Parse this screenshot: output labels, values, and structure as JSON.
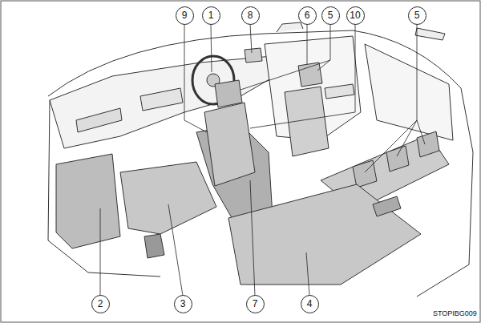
{
  "diagram": {
    "labels": [
      "9",
      "1",
      "8",
      "6",
      "5",
      "10",
      "5",
      "2",
      "3",
      "7",
      "4",
      "STOPIBG009"
    ]
  }
}
